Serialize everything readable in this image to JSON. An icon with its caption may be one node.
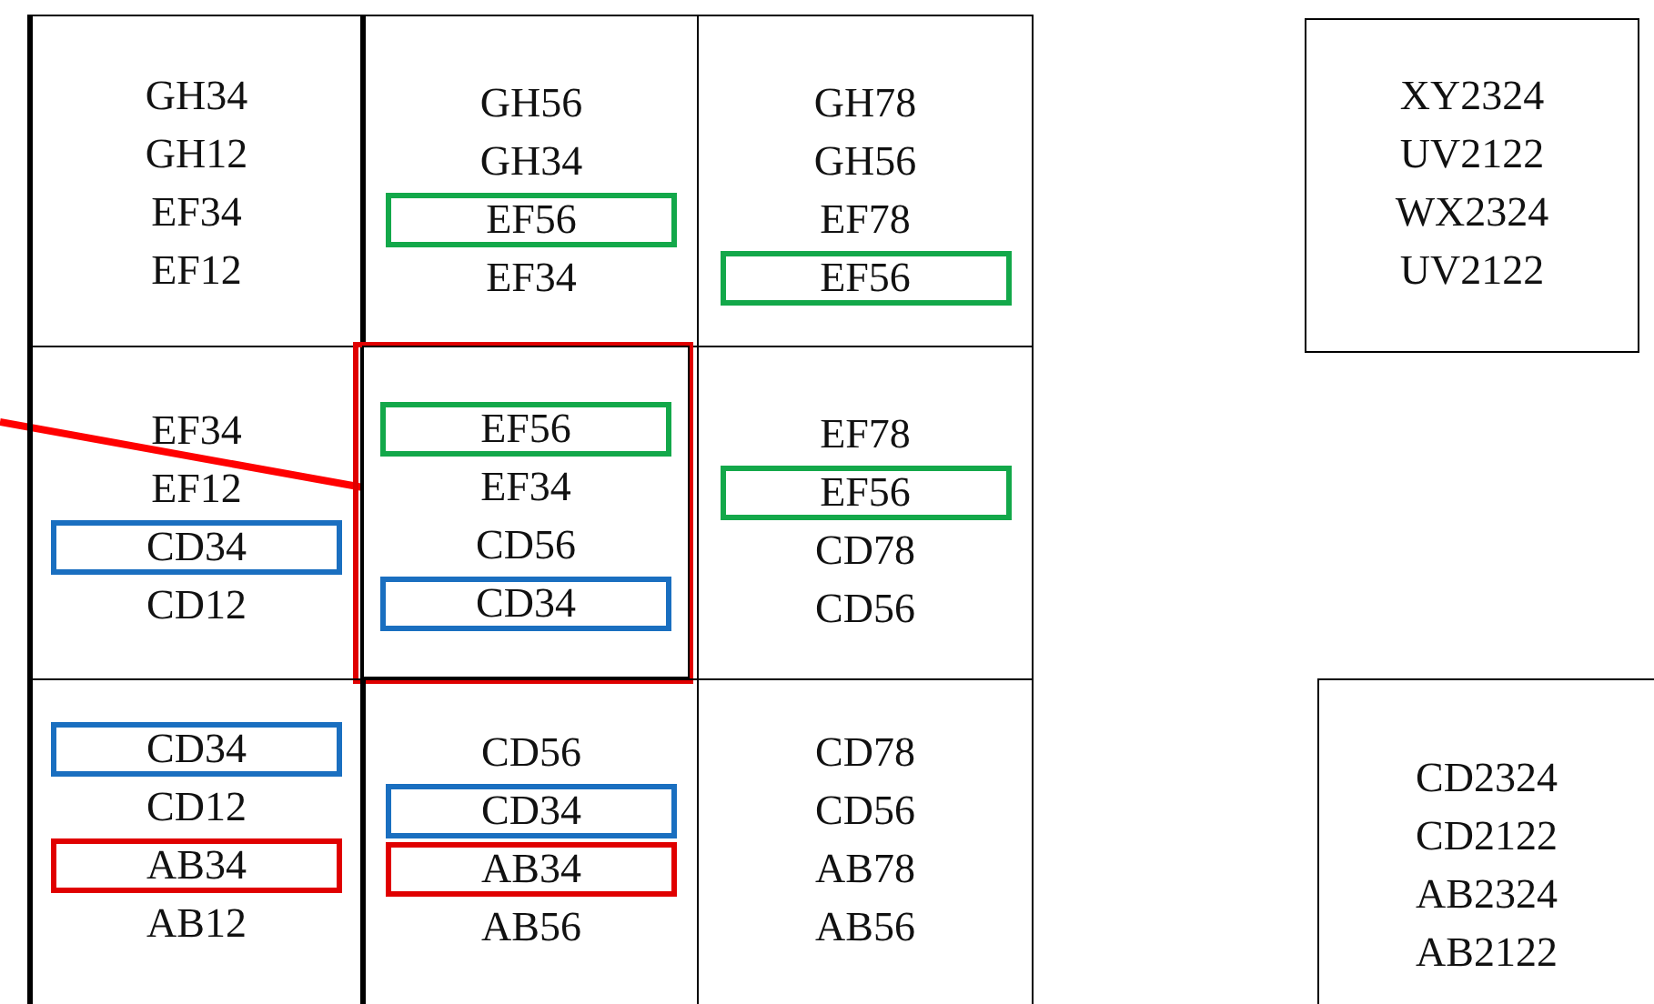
{
  "diagram": {
    "nodes": [
      {
        "text": [
          "GH34",
          "GH12",
          "EF34",
          "EF12"
        ]
      },
      {
        "text": [
          "GH56",
          "GH34",
          "EF34"
        ]
      },
      {
        "text": [
          "EF56"
        ],
        "in": 1
      },
      {
        "text": [
          "GH78",
          "GH56",
          "EF78"
        ]
      },
      {
        "text": [
          "EF56"
        ],
        "in": 3
      },
      {
        "text": [
          "EF34",
          "EF12",
          "CD12"
        ]
      },
      {
        "text": [
          "CD34"
        ],
        "in": 5
      },
      {
        "text": [],
        "shape": "box"
      },
      {
        "text": [
          "EF34",
          "CD56"
        ],
        "in": 7
      },
      {
        "text": [
          "EF56"
        ],
        "in": 8
      },
      {
        "text": [
          "CD34"
        ],
        "in": 8
      },
      {
        "text": [
          "EF78",
          "CD78",
          "CD56"
        ]
      },
      {
        "text": [
          "EF56"
        ],
        "in": 11
      },
      {
        "text": [
          "CD12",
          "AB12"
        ]
      },
      {
        "text": [
          "CD34"
        ],
        "in": 13
      },
      {
        "text": [
          "AB34"
        ],
        "in": 13
      },
      {
        "text": [
          "CD56",
          "AB56"
        ]
      },
      {
        "text": [
          "CD34"
        ],
        "in": 16
      },
      {
        "text": [
          "AB34"
        ],
        "in": 16
      },
      {
        "text": [
          "CD78",
          "CD56",
          "AB78",
          "AB56"
        ]
      },
      {
        "text": [
          "XY2324",
          "UV2122",
          "WX2324",
          "UV2122"
        ]
      },
      {
        "text": [
          "CD2324",
          "CD2122",
          "AB2324",
          "AB2122"
        ]
      }
    ],
    "edges": [
      {
        "from": null,
        "to": 8,
        "arrow": "none",
        "color": "#ff0000"
      }
    ]
  }
}
